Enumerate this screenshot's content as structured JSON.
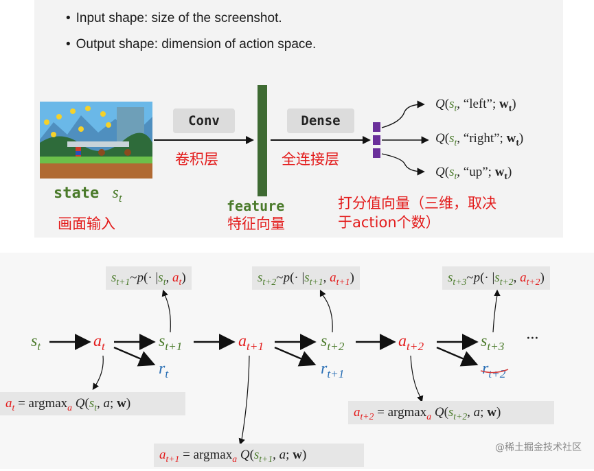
{
  "top": {
    "bullets": [
      "Input shape: size of the screenshot.",
      "Output shape:  dimension of action space."
    ],
    "conv_label": "Conv",
    "conv_cn": "卷积层",
    "dense_label": "Dense",
    "dense_cn": "全连接层",
    "state_label": "state",
    "state_sym": "s",
    "state_sub": "t",
    "state_cn": "画面输入",
    "feature_label": "feature",
    "feature_cn": "特征向量",
    "score_cn_1": "打分值向量（三维，取决",
    "score_cn_2": "于action个数）",
    "q_actions": [
      "“left”",
      "“right”",
      "“up”"
    ]
  },
  "bottom": {
    "ellipsis": "···",
    "argmax": "argmax"
  },
  "watermark": "@稀土掘金技术社区"
}
